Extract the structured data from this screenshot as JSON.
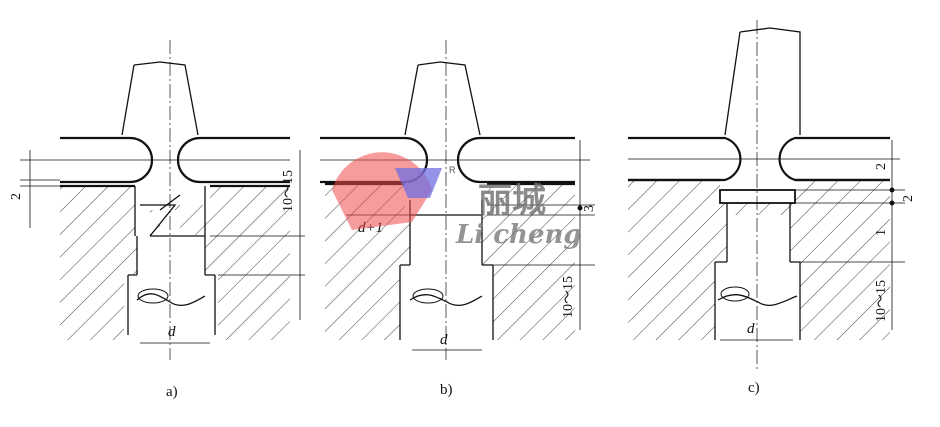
{
  "panels": [
    {
      "caption": "a)",
      "dimensions": {
        "vertical_small": "2",
        "vertical_range": "10～15",
        "width": "d"
      }
    },
    {
      "caption": "b)",
      "dimensions": {
        "vertical_small": "3",
        "vertical_range": "10～15",
        "width": "d",
        "offset": "d+1"
      }
    },
    {
      "caption": "c)",
      "dimensions": {
        "top_small": "2",
        "mid_small": "2",
        "lower_small": "1",
        "vertical_range": "10～15",
        "width": "d"
      }
    }
  ],
  "watermark": {
    "chinese": "丽城",
    "latin": "Li cheng",
    "registered": "R",
    "colors": {
      "red": "#ee4b4b",
      "blue": "#6f6fe0"
    }
  }
}
